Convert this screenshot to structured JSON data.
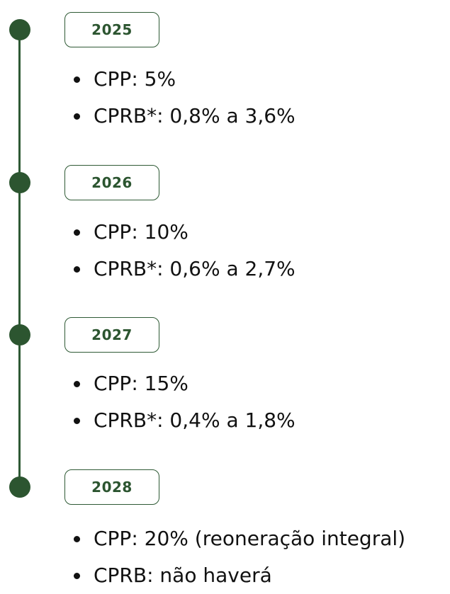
{
  "timeline": [
    {
      "year": "2025",
      "items": [
        "CPP: 5%",
        "CPRB*: 0,8% a 3,6%"
      ]
    },
    {
      "year": "2026",
      "items": [
        "CPP: 10%",
        "CPRB*: 0,6% a 2,7%"
      ]
    },
    {
      "year": "2027",
      "items": [
        "CPP: 15%",
        "CPRB*: 0,4% a 1,8%"
      ]
    },
    {
      "year": "2028",
      "items": [
        "CPP: 20% (reoneração integral)",
        "CPRB: não haverá"
      ]
    }
  ],
  "colors": {
    "accent": "#2c5530",
    "text": "#111111"
  }
}
